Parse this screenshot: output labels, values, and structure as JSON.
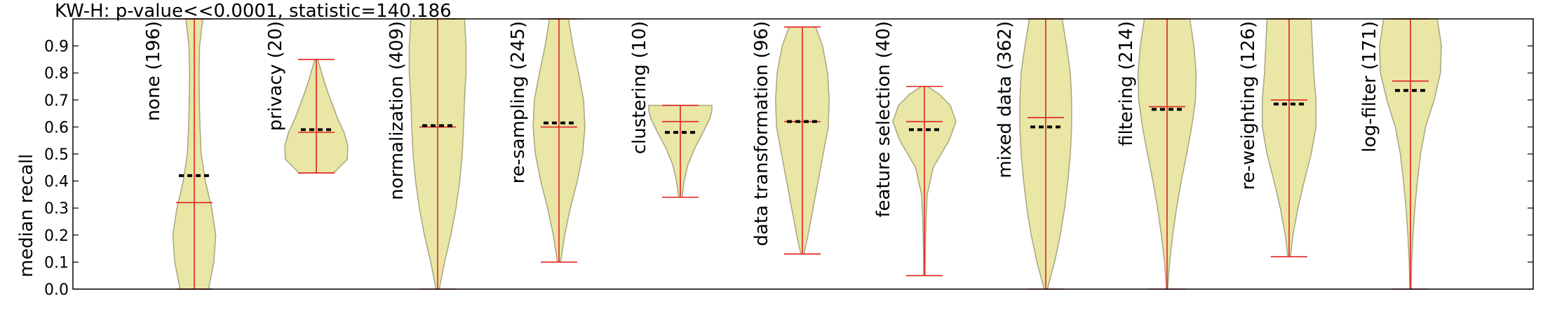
{
  "chart_data": {
    "type": "violin",
    "title": "KW-H: p-value<<0.0001, statistic=140.186",
    "xlabel": "",
    "ylabel": "median recall",
    "ylim": [
      0.0,
      1.0
    ],
    "yticks": [
      0.0,
      0.1,
      0.2,
      0.3,
      0.4,
      0.5,
      0.6,
      0.7,
      0.8,
      0.9
    ],
    "grid": false,
    "colors": {
      "fill": "#e9e6a6",
      "edge": "#a8a580",
      "lines": "#e3211f",
      "mean": "#000000"
    },
    "violins": [
      {
        "label": "none (196)",
        "min": 0.0,
        "max": 1.0,
        "median": 0.32,
        "mean": 0.42,
        "profile": [
          [
            0.0,
            0.45
          ],
          [
            0.1,
            0.62
          ],
          [
            0.2,
            0.68
          ],
          [
            0.3,
            0.55
          ],
          [
            0.4,
            0.35
          ],
          [
            0.5,
            0.22
          ],
          [
            0.6,
            0.18
          ],
          [
            0.7,
            0.16
          ],
          [
            0.8,
            0.15
          ],
          [
            0.9,
            0.17
          ],
          [
            1.0,
            0.27
          ]
        ]
      },
      {
        "label": "privacy (20)",
        "min": 0.43,
        "max": 0.85,
        "median": 0.58,
        "mean": 0.59,
        "profile": [
          [
            0.43,
            0.55
          ],
          [
            0.48,
            0.98
          ],
          [
            0.53,
            1.0
          ],
          [
            0.58,
            0.88
          ],
          [
            0.63,
            0.68
          ],
          [
            0.68,
            0.52
          ],
          [
            0.73,
            0.36
          ],
          [
            0.78,
            0.22
          ],
          [
            0.82,
            0.12
          ],
          [
            0.85,
            0.04
          ]
        ]
      },
      {
        "label": "normalization (409)",
        "min": 0.0,
        "max": 1.0,
        "median": 0.6,
        "mean": 0.605,
        "profile": [
          [
            0.0,
            0.05
          ],
          [
            0.1,
            0.22
          ],
          [
            0.2,
            0.42
          ],
          [
            0.3,
            0.58
          ],
          [
            0.4,
            0.7
          ],
          [
            0.5,
            0.78
          ],
          [
            0.6,
            0.82
          ],
          [
            0.7,
            0.85
          ],
          [
            0.8,
            0.9
          ],
          [
            0.9,
            0.9
          ],
          [
            1.0,
            0.85
          ]
        ]
      },
      {
        "label": "re-sampling (245)",
        "min": 0.1,
        "max": 1.0,
        "median": 0.6,
        "mean": 0.615,
        "profile": [
          [
            0.1,
            0.05
          ],
          [
            0.2,
            0.18
          ],
          [
            0.3,
            0.36
          ],
          [
            0.4,
            0.58
          ],
          [
            0.5,
            0.75
          ],
          [
            0.6,
            0.82
          ],
          [
            0.7,
            0.78
          ],
          [
            0.8,
            0.62
          ],
          [
            0.9,
            0.44
          ],
          [
            1.0,
            0.3
          ]
        ]
      },
      {
        "label": "clustering (10)",
        "min": 0.34,
        "max": 0.68,
        "median": 0.62,
        "mean": 0.58,
        "profile": [
          [
            0.34,
            0.05
          ],
          [
            0.4,
            0.12
          ],
          [
            0.46,
            0.24
          ],
          [
            0.52,
            0.45
          ],
          [
            0.58,
            0.72
          ],
          [
            0.63,
            0.93
          ],
          [
            0.66,
            1.0
          ],
          [
            0.68,
            1.0
          ]
        ]
      },
      {
        "label": "data transformation (96)",
        "min": 0.13,
        "max": 0.97,
        "median": 0.62,
        "mean": 0.62,
        "profile": [
          [
            0.13,
            0.05
          ],
          [
            0.2,
            0.18
          ],
          [
            0.3,
            0.34
          ],
          [
            0.4,
            0.5
          ],
          [
            0.5,
            0.66
          ],
          [
            0.6,
            0.82
          ],
          [
            0.7,
            0.85
          ],
          [
            0.8,
            0.8
          ],
          [
            0.9,
            0.64
          ],
          [
            0.97,
            0.42
          ]
        ]
      },
      {
        "label": "feature selection (40)",
        "min": 0.05,
        "max": 0.75,
        "median": 0.62,
        "mean": 0.59,
        "profile": [
          [
            0.05,
            0.02
          ],
          [
            0.15,
            0.03
          ],
          [
            0.25,
            0.05
          ],
          [
            0.35,
            0.09
          ],
          [
            0.45,
            0.28
          ],
          [
            0.55,
            0.78
          ],
          [
            0.62,
            1.0
          ],
          [
            0.68,
            0.82
          ],
          [
            0.72,
            0.48
          ],
          [
            0.75,
            0.1
          ]
        ]
      },
      {
        "label": "mixed data (362)",
        "min": 0.0,
        "max": 1.0,
        "median": 0.635,
        "mean": 0.6,
        "profile": [
          [
            0.0,
            0.05
          ],
          [
            0.1,
            0.28
          ],
          [
            0.2,
            0.46
          ],
          [
            0.3,
            0.6
          ],
          [
            0.4,
            0.7
          ],
          [
            0.5,
            0.78
          ],
          [
            0.6,
            0.82
          ],
          [
            0.7,
            0.82
          ],
          [
            0.8,
            0.78
          ],
          [
            0.9,
            0.66
          ],
          [
            1.0,
            0.52
          ]
        ]
      },
      {
        "label": "filtering (214)",
        "min": 0.0,
        "max": 1.0,
        "median": 0.675,
        "mean": 0.665,
        "profile": [
          [
            0.0,
            0.02
          ],
          [
            0.1,
            0.08
          ],
          [
            0.2,
            0.18
          ],
          [
            0.3,
            0.3
          ],
          [
            0.4,
            0.45
          ],
          [
            0.5,
            0.62
          ],
          [
            0.6,
            0.78
          ],
          [
            0.7,
            0.9
          ],
          [
            0.8,
            0.92
          ],
          [
            0.9,
            0.85
          ],
          [
            1.0,
            0.72
          ]
        ]
      },
      {
        "label": "re-weighting (126)",
        "min": 0.12,
        "max": 1.0,
        "median": 0.7,
        "mean": 0.685,
        "profile": [
          [
            0.12,
            0.04
          ],
          [
            0.2,
            0.12
          ],
          [
            0.3,
            0.28
          ],
          [
            0.4,
            0.48
          ],
          [
            0.5,
            0.7
          ],
          [
            0.6,
            0.85
          ],
          [
            0.7,
            0.85
          ],
          [
            0.8,
            0.78
          ],
          [
            0.9,
            0.74
          ],
          [
            1.0,
            0.7
          ]
        ]
      },
      {
        "label": "log-filter (171)",
        "min": 0.0,
        "max": 1.0,
        "median": 0.77,
        "mean": 0.735,
        "profile": [
          [
            0.0,
            0.02
          ],
          [
            0.1,
            0.04
          ],
          [
            0.2,
            0.08
          ],
          [
            0.3,
            0.14
          ],
          [
            0.4,
            0.22
          ],
          [
            0.5,
            0.32
          ],
          [
            0.6,
            0.48
          ],
          [
            0.7,
            0.75
          ],
          [
            0.8,
            0.95
          ],
          [
            0.9,
            0.98
          ],
          [
            1.0,
            0.85
          ]
        ]
      }
    ]
  }
}
